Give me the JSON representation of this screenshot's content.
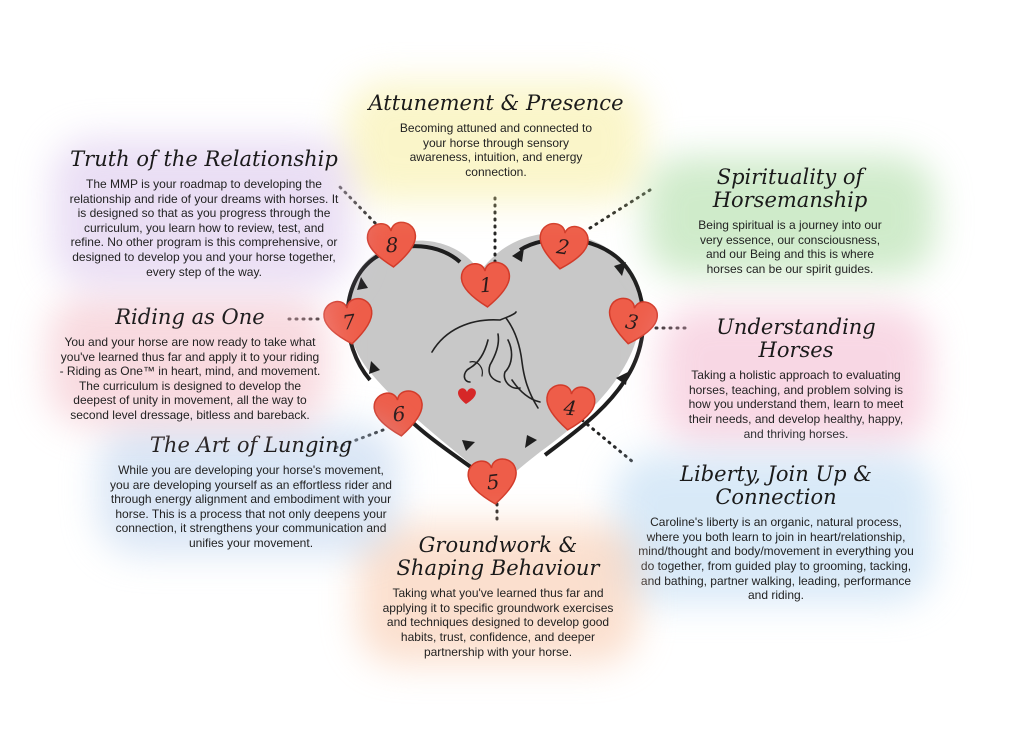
{
  "colors": {
    "heart_fill": "#c8c8c8",
    "heart_outline": "#1e1e1e",
    "small_heart_fill": "#ee5d49",
    "small_heart_stroke": "#d23b2a",
    "accent_red": "#d62828"
  },
  "center_icon": "horse-and-woman-silhouette",
  "steps": [
    {
      "number": "1",
      "title": "Attunement & Presence",
      "text": "Becoming attuned and connected to your horse through sensory awareness, intuition, and energy connection.",
      "glow": "#f7ee9e"
    },
    {
      "number": "2",
      "title": "Spirituality of Horsemanship",
      "text": "Being spiritual is a journey into our very essence, our consciousness, and our Being and this is where horses can be our spirit guides.",
      "glow": "#a9dba0"
    },
    {
      "number": "3",
      "title": "Understanding Horses",
      "text": "Taking a holistic approach to evaluating horses, teaching, and problem solving is how you understand them, learn to meet their needs, and develop healthy, happy, and thriving horses.",
      "glow": "#f3b8cf"
    },
    {
      "number": "4",
      "title": "Liberty, Join Up & Connection",
      "text": "Caroline's liberty is an organic, natural process, where you both learn to join in heart/relationship, mind/thought and body/movement in everything you do together, from guided play to grooming, tacking, and bathing, partner walking, leading, performance and riding.",
      "glow": "#b9d8f2"
    },
    {
      "number": "5",
      "title": "Groundwork & Shaping Behaviour",
      "text": "Taking what you've learned thus far and applying it to specific groundwork exercises and techniques designed to develop good habits, trust, confidence, and deeper partnership with your horse.",
      "glow": "#f8c6a7"
    },
    {
      "number": "6",
      "title": "The Art of Lunging",
      "text": "While you are developing your horse's movement, you are developing yourself as an effortless rider and through energy alignment and embodiment with your horse. This is a process that not only deepens your connection, it strengthens your communication and unifies your movement.",
      "glow": "#bcd2ee"
    },
    {
      "number": "7",
      "title": "Riding as One",
      "text": "You and your horse are now ready to take what you've learned thus far and apply it to your riding - Riding as One™ in heart, mind, and movement. The curriculum is designed to develop the deepest of unity in movement, all the way to second level dressage, bitless and bareback.",
      "glow": "#f3bcc6"
    },
    {
      "number": "8",
      "title": "Truth of the Relationship",
      "text": "The MMP is your roadmap to developing the relationship and ride of your dreams with horses. It is designed so that as you progress through the curriculum, you learn how to review, test, and refine. No other program is this comprehensive, or designed to develop you and your horse together, every step of the way.",
      "glow": "#d9c4ec"
    }
  ]
}
